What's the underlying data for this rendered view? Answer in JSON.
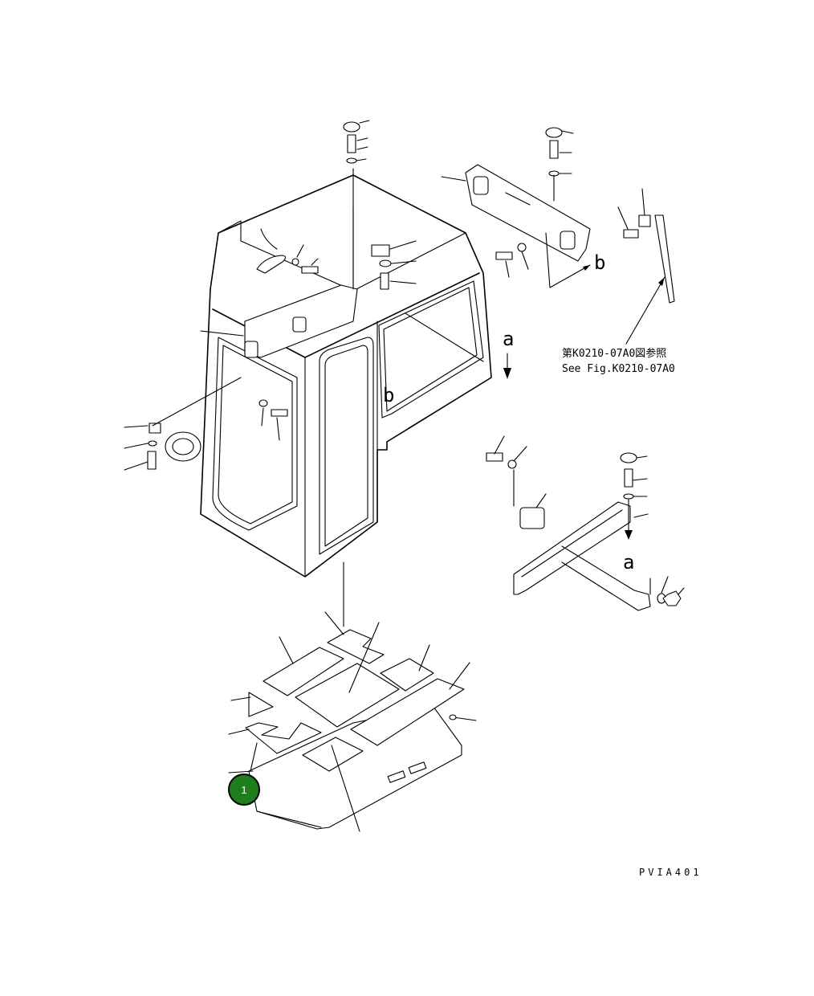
{
  "diagram": {
    "figure_code": "PVIA401",
    "section_marks": {
      "a": "a",
      "b": "b"
    },
    "reference_note": {
      "ja": "第K0210-07A0図参照",
      "en": "See Fig.K0210-07A0"
    },
    "callout": {
      "number": "1",
      "color": "#1e7e1e"
    }
  }
}
